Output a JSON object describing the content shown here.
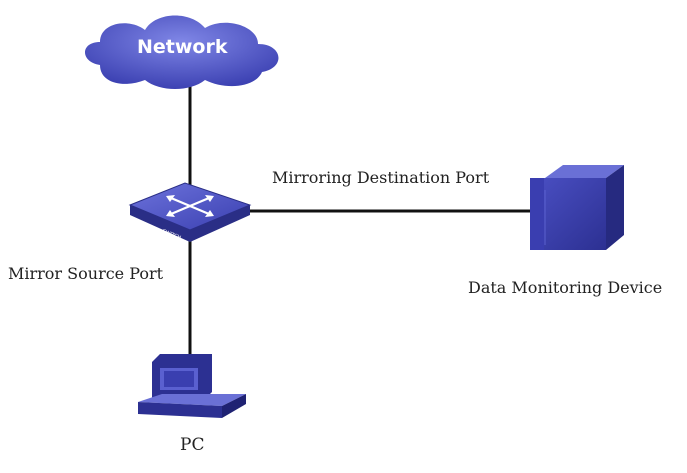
{
  "nodes": {
    "network": {
      "label": "Network",
      "icon": "cloud-icon"
    },
    "switch": {
      "label": "SWITCH",
      "icon": "switch-icon"
    },
    "monitor_device": {
      "label": "Data Monitoring Device",
      "icon": "server-icon"
    },
    "pc": {
      "label": "PC",
      "icon": "computer-icon"
    }
  },
  "links": {
    "mirror_source": {
      "label": "Mirror Source Port"
    },
    "mirror_destination": {
      "label": "Mirroring Destination Port"
    }
  },
  "colors": {
    "device_blue": "#3a3ea8",
    "device_dark": "#22257a",
    "line": "#111111",
    "cloud": "#4a4fc0"
  }
}
